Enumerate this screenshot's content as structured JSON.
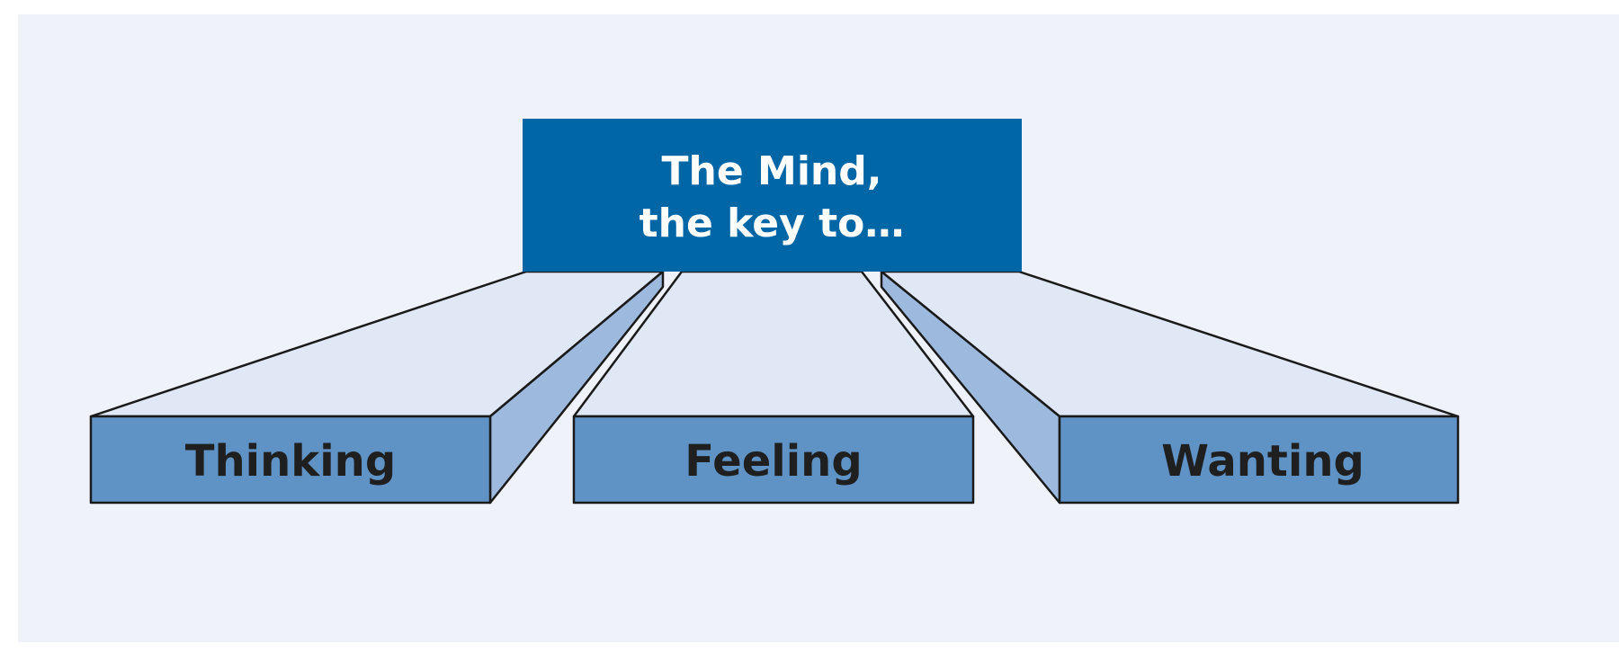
{
  "colors": {
    "background_panel": "#EFF2F9",
    "title_box": "#0066A6",
    "title_text": "#FFFFFF",
    "front_face": "#5F93C6",
    "top_face": "#DFE8F4",
    "side_face": "#9DB9DE",
    "outline": "#1A1A1A",
    "label_text": "#1F1F1F"
  },
  "title": {
    "line1": "The Mind,",
    "line2": "the key to…"
  },
  "branches": [
    {
      "label": "Thinking"
    },
    {
      "label": "Feeling"
    },
    {
      "label": "Wanting"
    }
  ]
}
